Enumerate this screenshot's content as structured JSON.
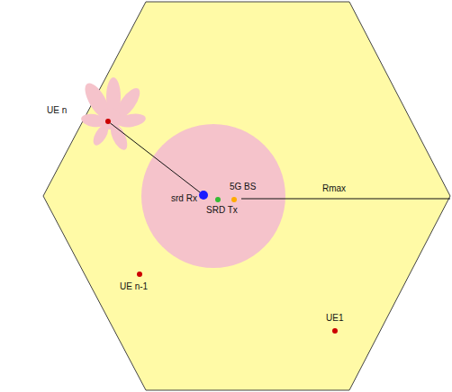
{
  "diagram": {
    "nodes": [
      {
        "text": [
          "UE n"
        ]
      },
      {
        "text": [
          "srd Rx"
        ]
      },
      {
        "text": [
          "SRD Tx"
        ]
      },
      {
        "text": [
          "5G BS"
        ]
      },
      {
        "text": [
          "UE n-1"
        ]
      },
      {
        "text": [
          "UE1"
        ]
      }
    ],
    "edges": [
      {
        "from": 0,
        "to": 1,
        "arrow": "none"
      }
    ],
    "labels": [
      "Rmax"
    ]
  }
}
